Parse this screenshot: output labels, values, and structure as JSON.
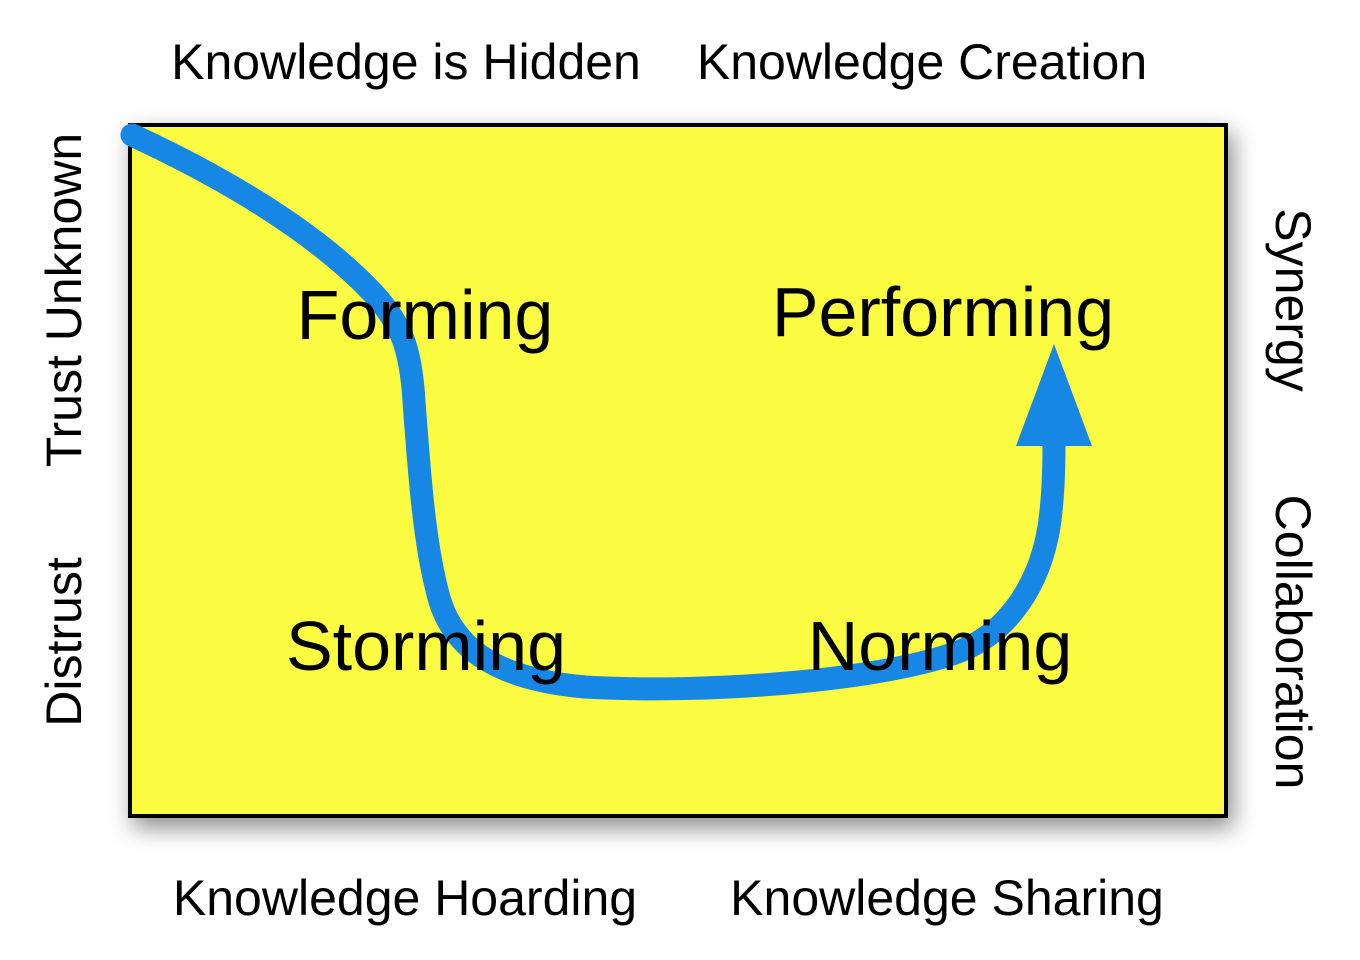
{
  "colors": {
    "background": "#FFFFFF",
    "box_fill": "#FBFB42",
    "box_border": "#000000",
    "curve_blue": "#1787E6",
    "text": "#000000"
  },
  "axes": {
    "top": {
      "left": "Knowledge is Hidden",
      "right": "Knowledge Creation"
    },
    "bottom": {
      "left": "Knowledge Hoarding",
      "right": "Knowledge Sharing"
    },
    "left": {
      "top": "Trust Unknown",
      "bottom": "Distrust"
    },
    "right": {
      "top": "Synergy",
      "bottom": "Collaboration"
    }
  },
  "stages": {
    "forming": "Forming",
    "storming": "Storming",
    "norming": "Norming",
    "performing": "Performing"
  }
}
